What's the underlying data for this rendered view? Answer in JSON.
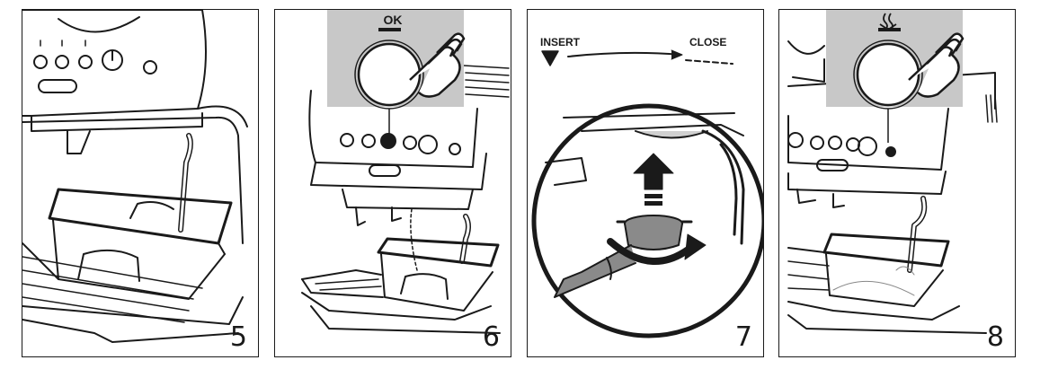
{
  "steps": [
    {
      "number": "5"
    },
    {
      "number": "6",
      "button_label": "OK"
    },
    {
      "number": "7",
      "insert_label": "INSERT",
      "close_label": "CLOSE"
    },
    {
      "number": "8",
      "button_icon": "steam-icon"
    }
  ],
  "colors": {
    "line": "#1a1a1a",
    "callout_bg": "#c8c8c8",
    "water_tint": "#f4f6f8",
    "handle": "#8a8a8a"
  }
}
